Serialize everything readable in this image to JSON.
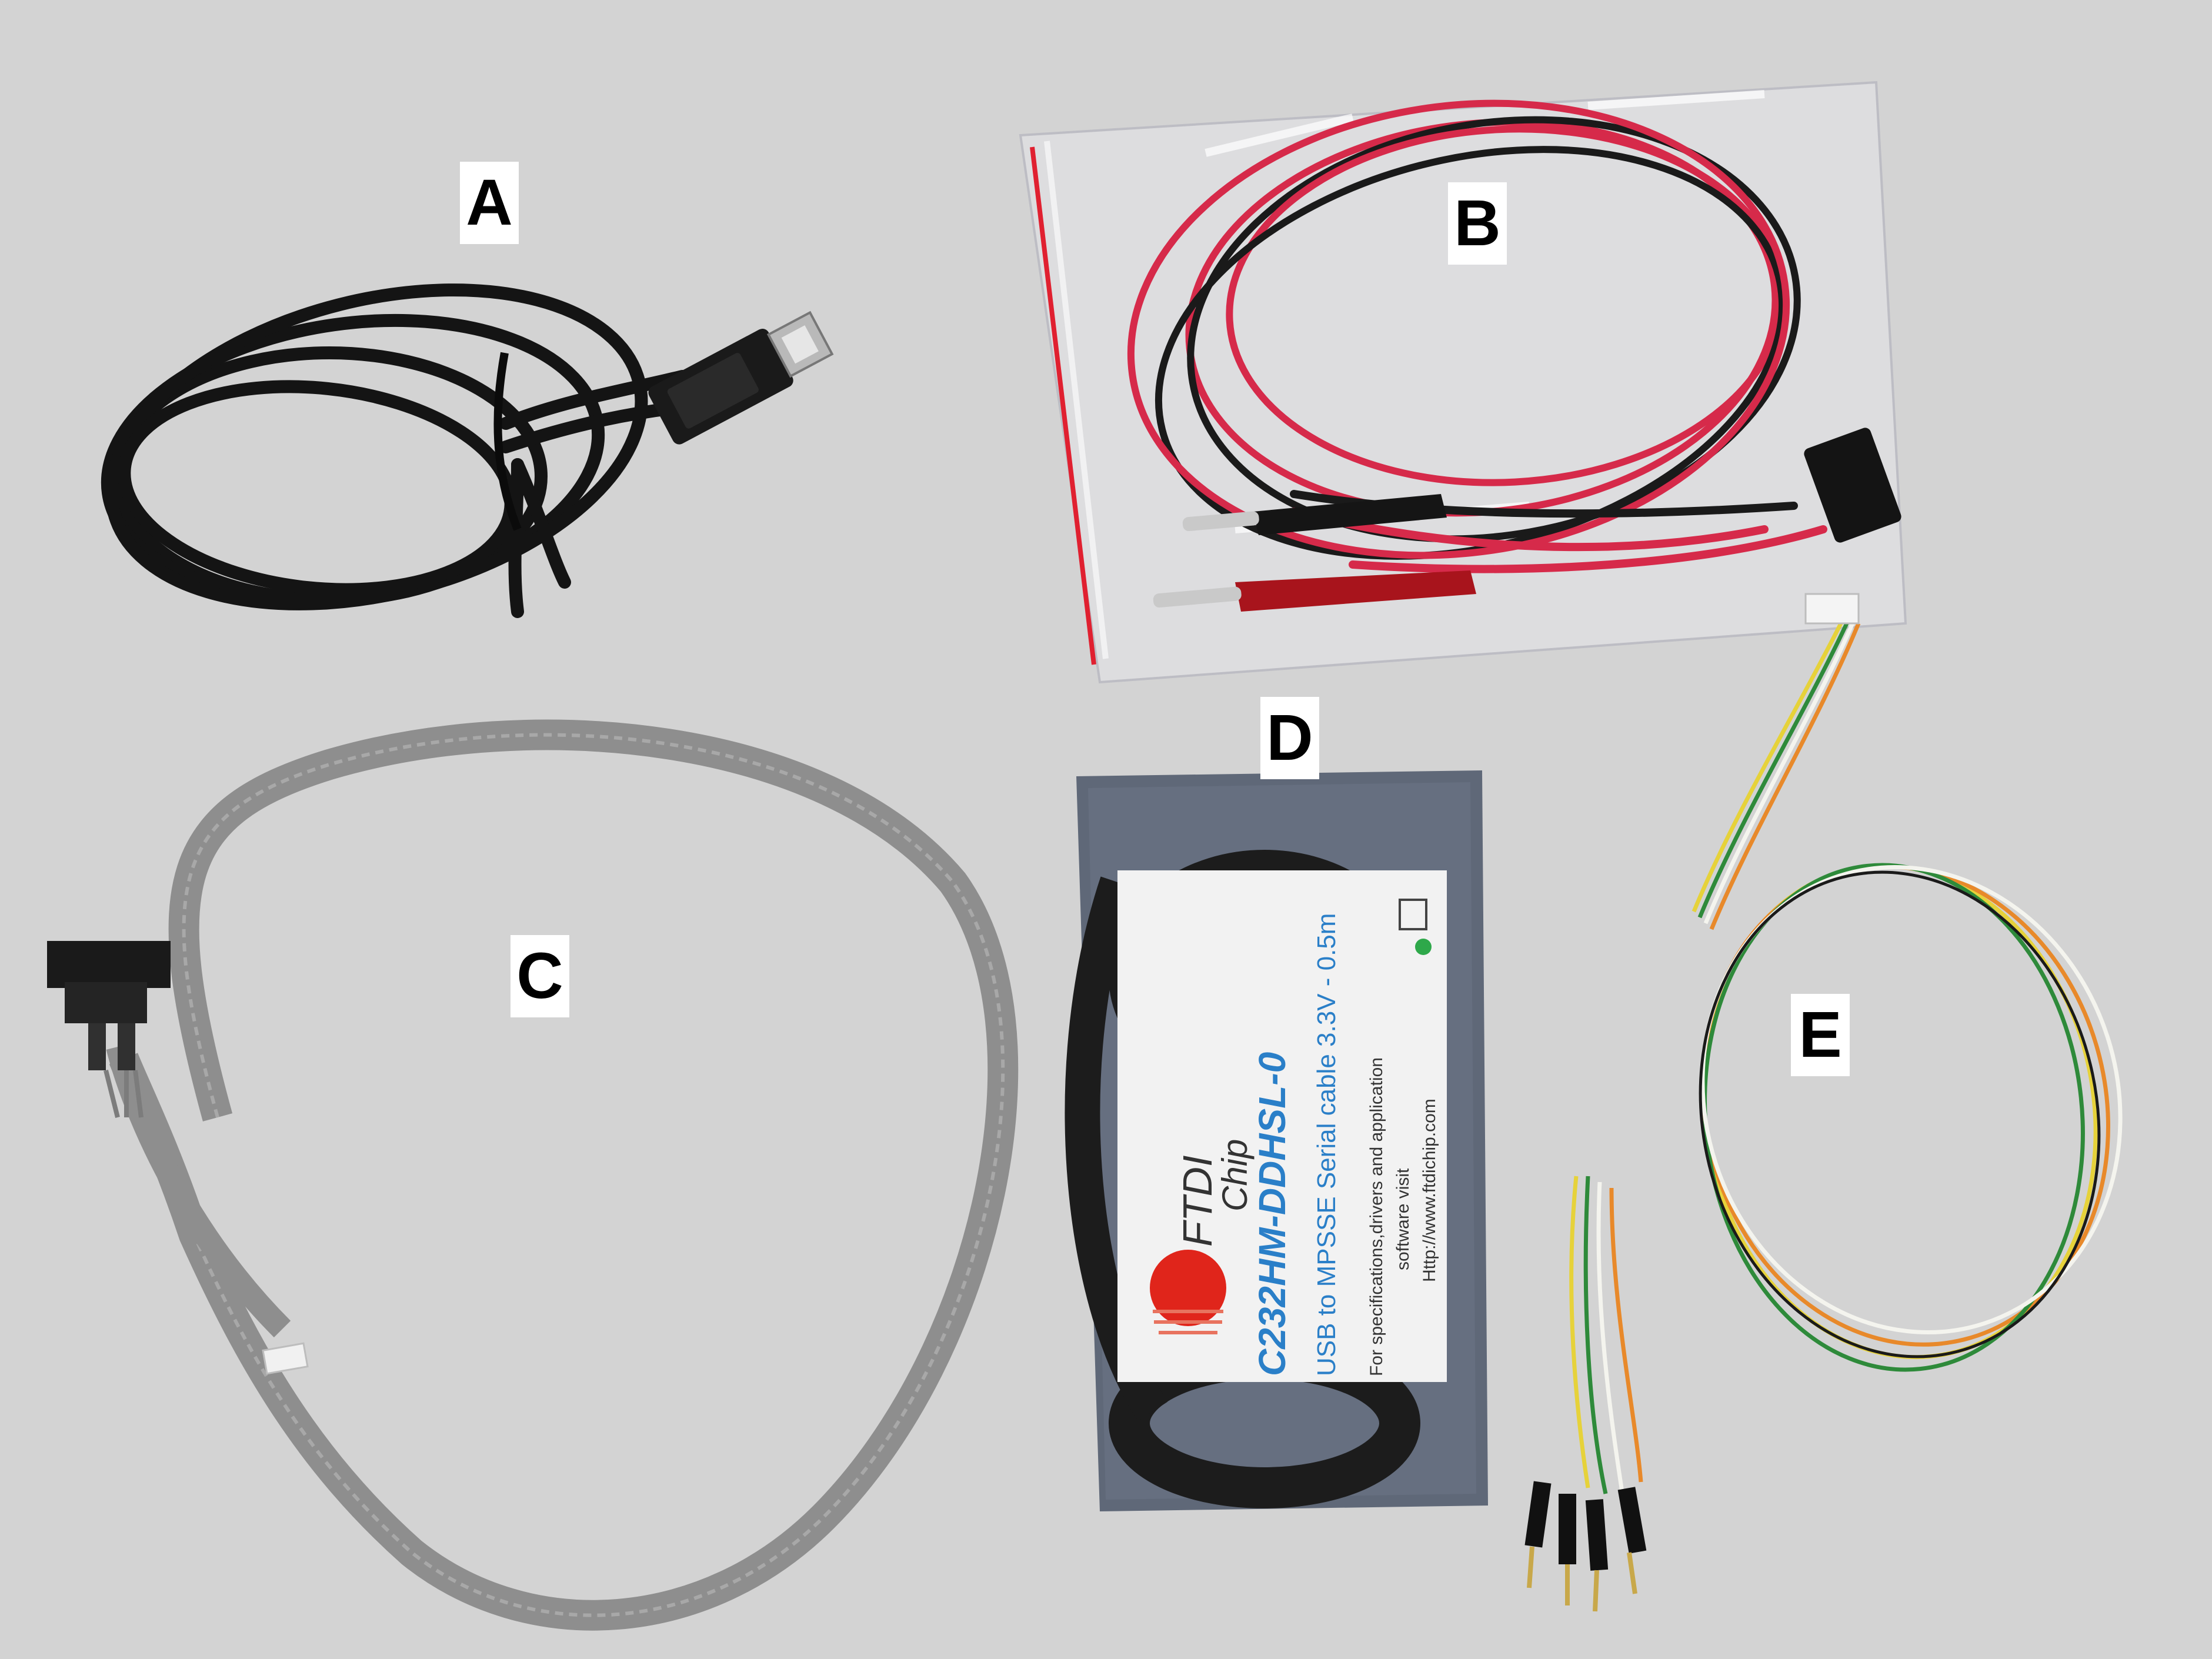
{
  "labels": {
    "a": "A",
    "b": "B",
    "c": "C",
    "d": "D",
    "e": "E"
  },
  "ftdi_package": {
    "brand_line_1": "FTDI",
    "brand_line_2": "Chip",
    "model": "C232HM-DDHSL-0",
    "description": "USB to MPSSE Serial cable 3.3V - 0.5m",
    "info_line_1": "For specifications,drivers and application",
    "info_line_2": "software visit",
    "url": "Http://www.ftdichip.com"
  },
  "colors": {
    "background": "#d3d3d3",
    "hdmi_cable": "#141414",
    "red_wire": "#d62a4a",
    "black_wire": "#1a1a1a",
    "ribbon_cable": "#8e8e8e",
    "antistatic_bag": "#5f6878",
    "ftdi_label": "#f2f2f2",
    "ftdi_text": "#2a7fc8",
    "ftdi_logo": "#e0251b",
    "wire_yellow": "#e6d23a",
    "wire_orange": "#e8892a",
    "wire_green": "#2e8a3a",
    "wire_white": "#f4f4ee"
  },
  "items": [
    {
      "id": "A",
      "icon": "hdmi-cable-icon"
    },
    {
      "id": "B",
      "icon": "banana-plug-cable-icon"
    },
    {
      "id": "C",
      "icon": "ribbon-cable-icon"
    },
    {
      "id": "D",
      "icon": "usb-serial-cable-package-icon"
    },
    {
      "id": "E",
      "icon": "jumper-wire-harness-icon"
    }
  ]
}
